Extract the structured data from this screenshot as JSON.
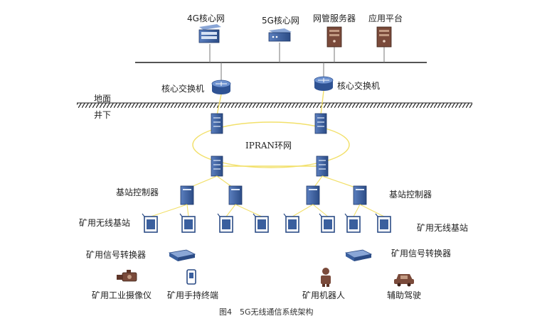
{
  "diagram": {
    "top_devices": {
      "core_4g": "4G核心网",
      "core_5g": "5G核心网",
      "nms_server": "网管服务器",
      "app_platform": "应用平台"
    },
    "core_switch_left": "核心交换机",
    "core_switch_right": "核心交换机",
    "ground_label": "地面",
    "underground_label": "井下",
    "ring_label": "IPRAN环网",
    "bsc_left": "基站控制器",
    "bsc_right": "基站控制器",
    "bs_left": "矿用无线基站",
    "bs_right": "矿用无线基站",
    "conv_left": "矿用信号转换器",
    "conv_right": "矿用信号转换器",
    "terminals": {
      "camera": "矿用工业摄像仪",
      "handheld": "矿用手持终端",
      "robot": "矿用机器人",
      "assist_drive": "辅助驾驶"
    },
    "caption": "图4　5G无线通信系统架构",
    "colors": {
      "device_blue": "#3a5f9e",
      "device_dark": "#233e6e",
      "link_yellow": "#f2e06a",
      "bus_gray": "#555555",
      "server_brown": "#7a4a3a"
    }
  }
}
